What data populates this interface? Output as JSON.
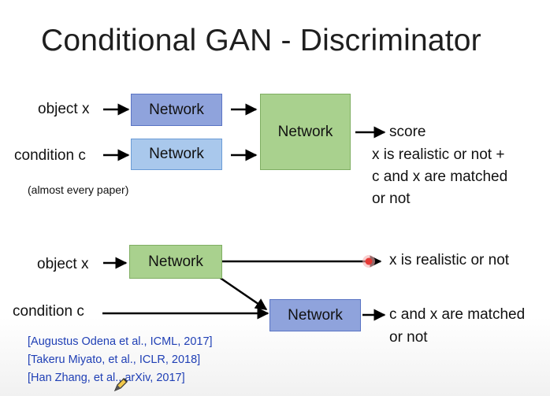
{
  "slide": {
    "title": "Conditional GAN - Discriminator",
    "top_diagram": {
      "object_label": "object x",
      "condition_label": "condition c",
      "box_object": "Network",
      "box_condition": "Network",
      "box_merge": "Network",
      "output_label": "score",
      "output_desc": [
        "x is realistic or not +",
        "c and x are matched",
        "or not"
      ],
      "note": "(almost every paper)"
    },
    "bottom_diagram": {
      "object_label": "object x",
      "condition_label": "condition c",
      "box_object": "Network",
      "box_match": "Network",
      "output_realistic": "x is realistic or not",
      "output_match": [
        "c and x are matched",
        "or not"
      ]
    },
    "references": [
      "[Augustus Odena et al., ICML, 2017]",
      "[Takeru Miyato, et al., ICLR, 2018]",
      "[Han Zhang, et al., arXiv, 2017]"
    ]
  },
  "colors": {
    "box_blue_dark": "#8fa3dc",
    "box_blue_light": "#a9c8ec",
    "box_green": "#a9d18e",
    "reference_text": "#1f3fb5",
    "pointer": "#e53935"
  },
  "icons": [
    "arrow-icon",
    "laser-pointer-icon",
    "pen-cursor-icon"
  ]
}
